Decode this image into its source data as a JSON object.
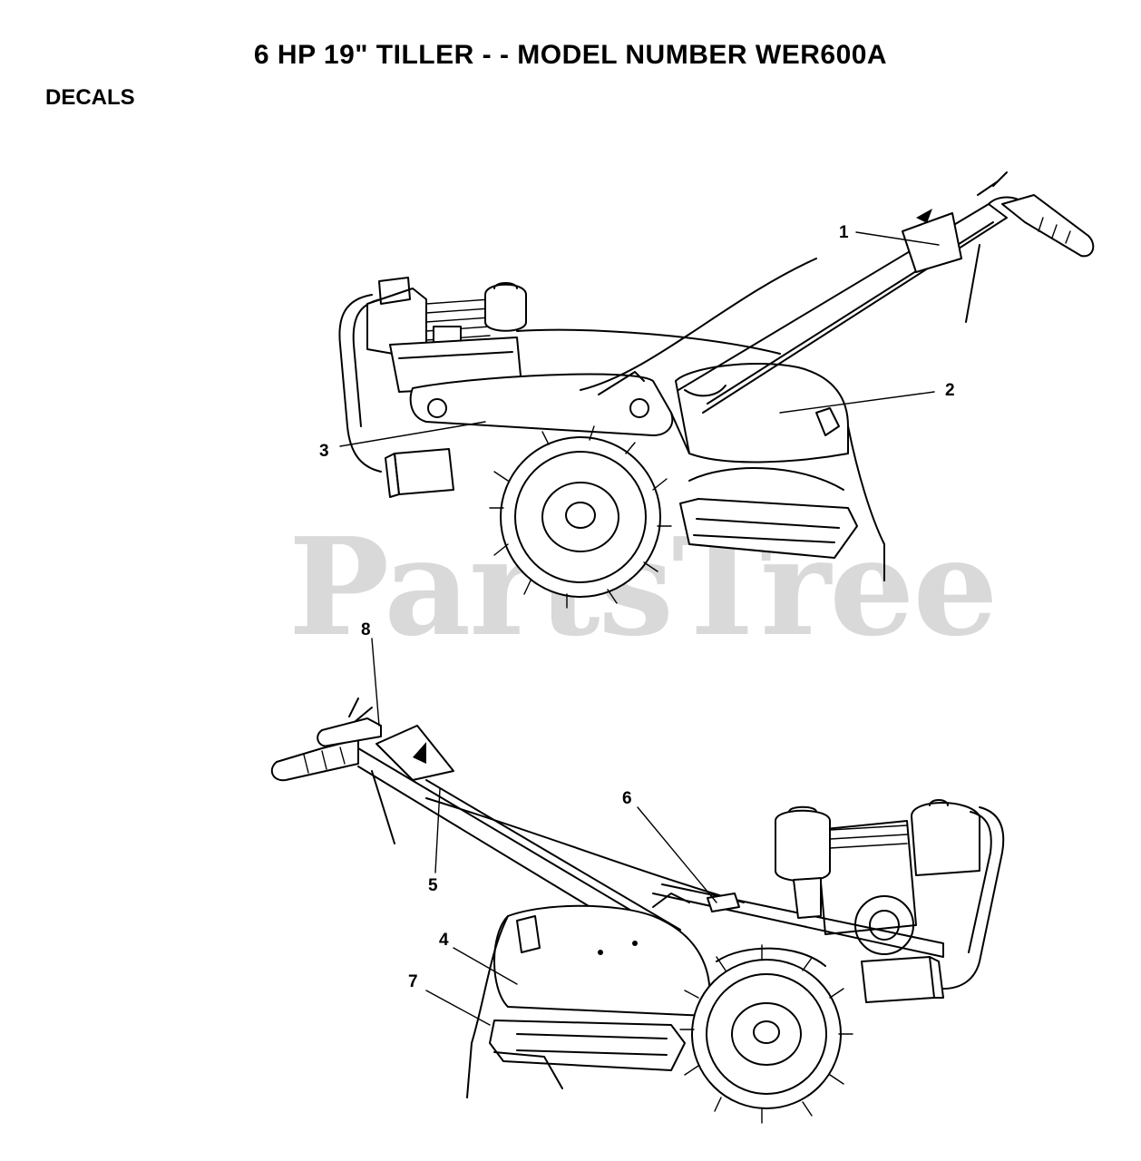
{
  "header": {
    "title": "6 HP 19\" TILLER - - MODEL NUMBER WER600A",
    "section": "DECALS"
  },
  "watermark": "PartsTree",
  "callouts": [
    "1",
    "2",
    "3",
    "4",
    "5",
    "6",
    "7",
    "8"
  ]
}
